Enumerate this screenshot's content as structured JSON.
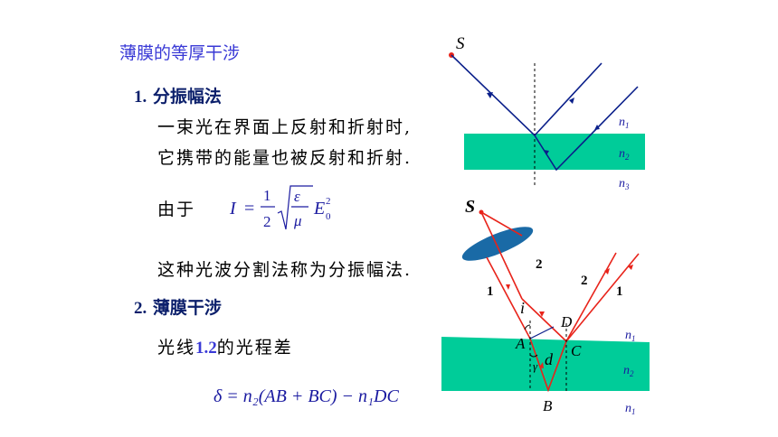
{
  "slide": {
    "title": "薄膜的等厚干涉",
    "section1": {
      "number": "1.",
      "heading": "分振幅法"
    },
    "line1": "一束光在界面上反射和折射时,",
    "line2": "它携带的能量也被反射和折射.",
    "because": "由于",
    "line4": "这种光波分割法称为分振幅法.",
    "section2": {
      "number": "2.",
      "heading": "薄膜干涉"
    },
    "line5_pre": "光线",
    "line5_highlight": "1.2",
    "line5_post": "的光程差"
  },
  "formula1": {
    "lhs": "I",
    "eq": "=",
    "frac_num": "1",
    "frac_den": "2",
    "root_num": "ε",
    "root_den": "μ",
    "E": "E",
    "E_sub": "0",
    "E_sup": "2"
  },
  "formula2": {
    "text": "δ = n₂(AB + BC) − n₁DC"
  },
  "diagram1": {
    "source": "S",
    "n_top": "n",
    "n_top_sub": "1",
    "n_mid": "n",
    "n_mid_sub": "2",
    "n_bot": "n",
    "n_bot_sub": "3"
  },
  "diagram2": {
    "source": "S",
    "ray1": "1",
    "ray2": "2",
    "ray2_out": "2",
    "ray1_out": "1",
    "angle": "i",
    "point_A": "A",
    "point_B": "B",
    "point_C": "C",
    "point_D": "D",
    "thickness": "d",
    "refr_angle": "γ",
    "n_top": "n",
    "n_top_sub": "1",
    "n_mid": "n",
    "n_mid_sub": "2",
    "n_bot": "n",
    "n_bot_sub": "1"
  },
  "colors": {
    "film": "#00cc99",
    "ray_red": "#e8231a",
    "ray_dark": "#0a1f8a",
    "lens": "#1a6aa6",
    "label_blue": "#1a1aa0"
  }
}
